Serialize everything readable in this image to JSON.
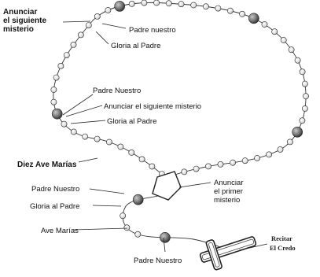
{
  "labels": {
    "announce_next_top": [
      "Anunciar",
      "el siguiente",
      "misterio"
    ],
    "our_father_top": "Padre nuestro",
    "glory_top": "Gloria al Padre",
    "our_father_mid": "Padre Nuestro",
    "announce_next_mid": "Anunciar el siguiente misterio",
    "glory_mid": "Gloria al Padre",
    "ten_hail_marys": "Diez Ave Marías",
    "our_father_lower": "Padre Nuestro",
    "glory_lower": "Gloria al Padre",
    "hail_marys": "Ave Marías",
    "announce_first": [
      "Anunciar",
      "el primer",
      "misterio"
    ],
    "our_father_bottom": "Padre Nuestro",
    "recite_creed": [
      "Recitar",
      "El Credo"
    ]
  },
  "colors": {
    "bead_small": "#e9e9e9",
    "bead_large": "#6f6f6f",
    "chain": "#333333",
    "text": "#111111"
  }
}
